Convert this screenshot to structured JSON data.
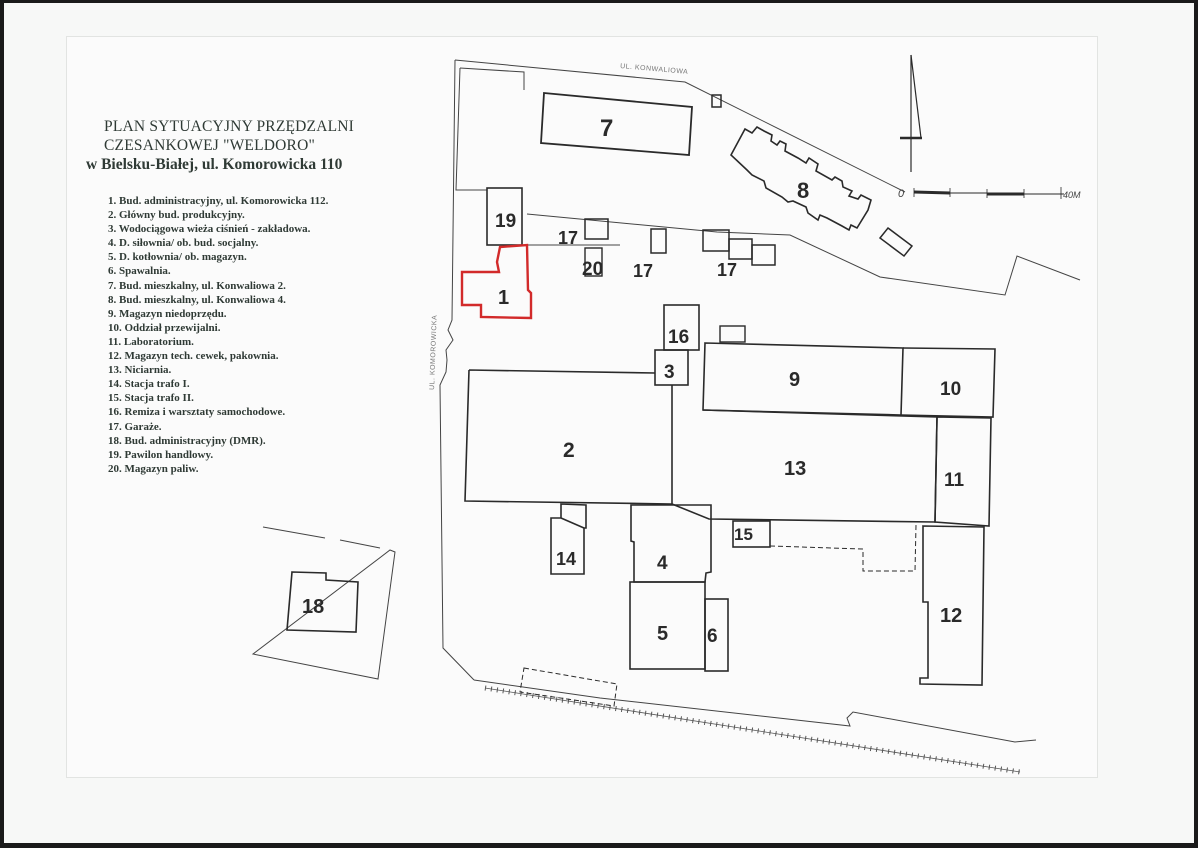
{
  "document": {
    "title_line1": "PLAN SYTUACYJNY PRZĘDZALNI",
    "title_line2": "CZESANKOWEJ \"WELDORO\"",
    "title_line3": "w Bielsku-Białej, ul. Komorowicka 110"
  },
  "legend": {
    "items": [
      "1. Bud. administracyjny, ul. Komorowicka 112.",
      "2. Główny bud. produkcyjny.",
      "3. Wodociągowa wieża ciśnień - zakładowa.",
      "4. D. siłownia/ ob. bud. socjalny.",
      "5. D. kotłownia/ ob. magazyn.",
      "6. Spawalnia.",
      "7. Bud. mieszkalny, ul. Konwaliowa 2.",
      "8. Bud. mieszkalny, ul. Konwaliowa 4.",
      "9. Magazyn niedoprzędu.",
      "10. Oddział przewijalni.",
      "11. Laboratorium.",
      "12. Magazyn tech. cewek, pakownia.",
      "13. Niciarnia.",
      "14. Stacja trafo I.",
      "15. Stacja trafo II.",
      "16. Remiza i warsztaty samochodowe.",
      "17. Garaże.",
      "18. Bud. administracyjny (DMR).",
      "19. Pawilon handlowy.",
      "20. Magazyn paliw."
    ]
  },
  "map": {
    "streets": {
      "north": "UL. KONWALIOWA",
      "west": "UL. KOMOROWICKA"
    },
    "scale": {
      "start": "0",
      "end": "40M"
    },
    "highlight_color": "#d22a2a",
    "line_color": "#2a2a2a",
    "buildings": {
      "b1": "1",
      "b2": "2",
      "b3": "3",
      "b4": "4",
      "b5": "5",
      "b6": "6",
      "b7": "7",
      "b8": "8",
      "b9": "9",
      "b10": "10",
      "b11": "11",
      "b12": "12",
      "b13": "13",
      "b14": "14",
      "b15": "15",
      "b16": "16",
      "b17a": "17",
      "b17b": "17",
      "b17c": "17",
      "b18": "18",
      "b19": "19",
      "b20": "20"
    }
  }
}
